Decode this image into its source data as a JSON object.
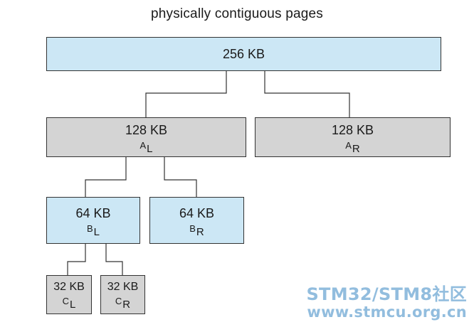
{
  "title": "physically contiguous pages",
  "nodes": {
    "root": {
      "size": "256 KB"
    },
    "a_left": {
      "size": "128 KB",
      "label": "A",
      "label_sub": "L"
    },
    "a_right": {
      "size": "128 KB",
      "label": "A",
      "label_sub": "R"
    },
    "b_left": {
      "size": "64 KB",
      "label": "B",
      "label_sub": "L"
    },
    "b_right": {
      "size": "64 KB",
      "label": "B",
      "label_sub": "R"
    },
    "c_left": {
      "size": "32 KB",
      "label": "C",
      "label_sub": "L"
    },
    "c_right": {
      "size": "32 KB",
      "label": "C",
      "label_sub": "R"
    }
  },
  "colors": {
    "allocated_fill": "#cce7f5",
    "split_fill": "#d4d4d4",
    "border": "#333333",
    "watermark": "#7fb2d9"
  },
  "watermark": {
    "line1": "STM32/STM8社区",
    "line2": "www.stmcu.org.cn"
  }
}
